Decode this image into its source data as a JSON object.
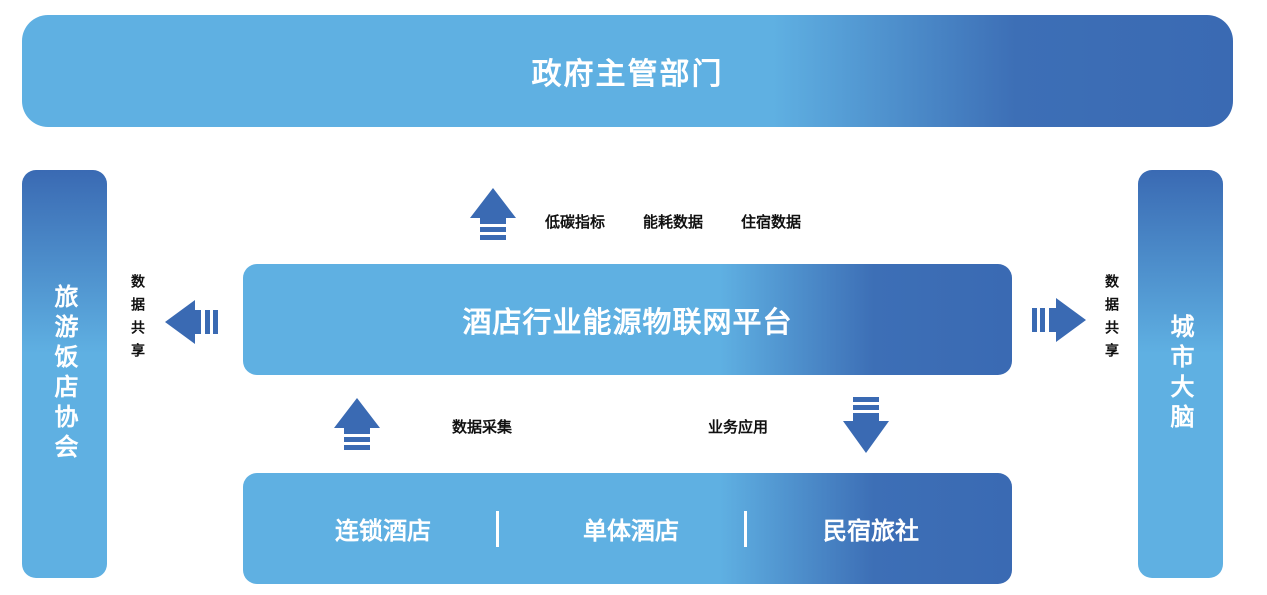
{
  "top": {
    "title": "政府主管部门"
  },
  "left_pillar": {
    "title": "旅游饭店协会"
  },
  "right_pillar": {
    "title": "城市大脑"
  },
  "platform": {
    "title": "酒店行业能源物联网平台"
  },
  "upload_labels": [
    "低碳指标",
    "能耗数据",
    "住宿数据"
  ],
  "share_left": "数据共享",
  "share_right": "数据共享",
  "collect_label": "数据采集",
  "apply_label": "业务应用",
  "bottom": {
    "items": [
      "连锁酒店",
      "单体酒店",
      "民宿旅社"
    ]
  },
  "colors": {
    "light": "#5fb0e2",
    "dark": "#3a6ab3"
  }
}
